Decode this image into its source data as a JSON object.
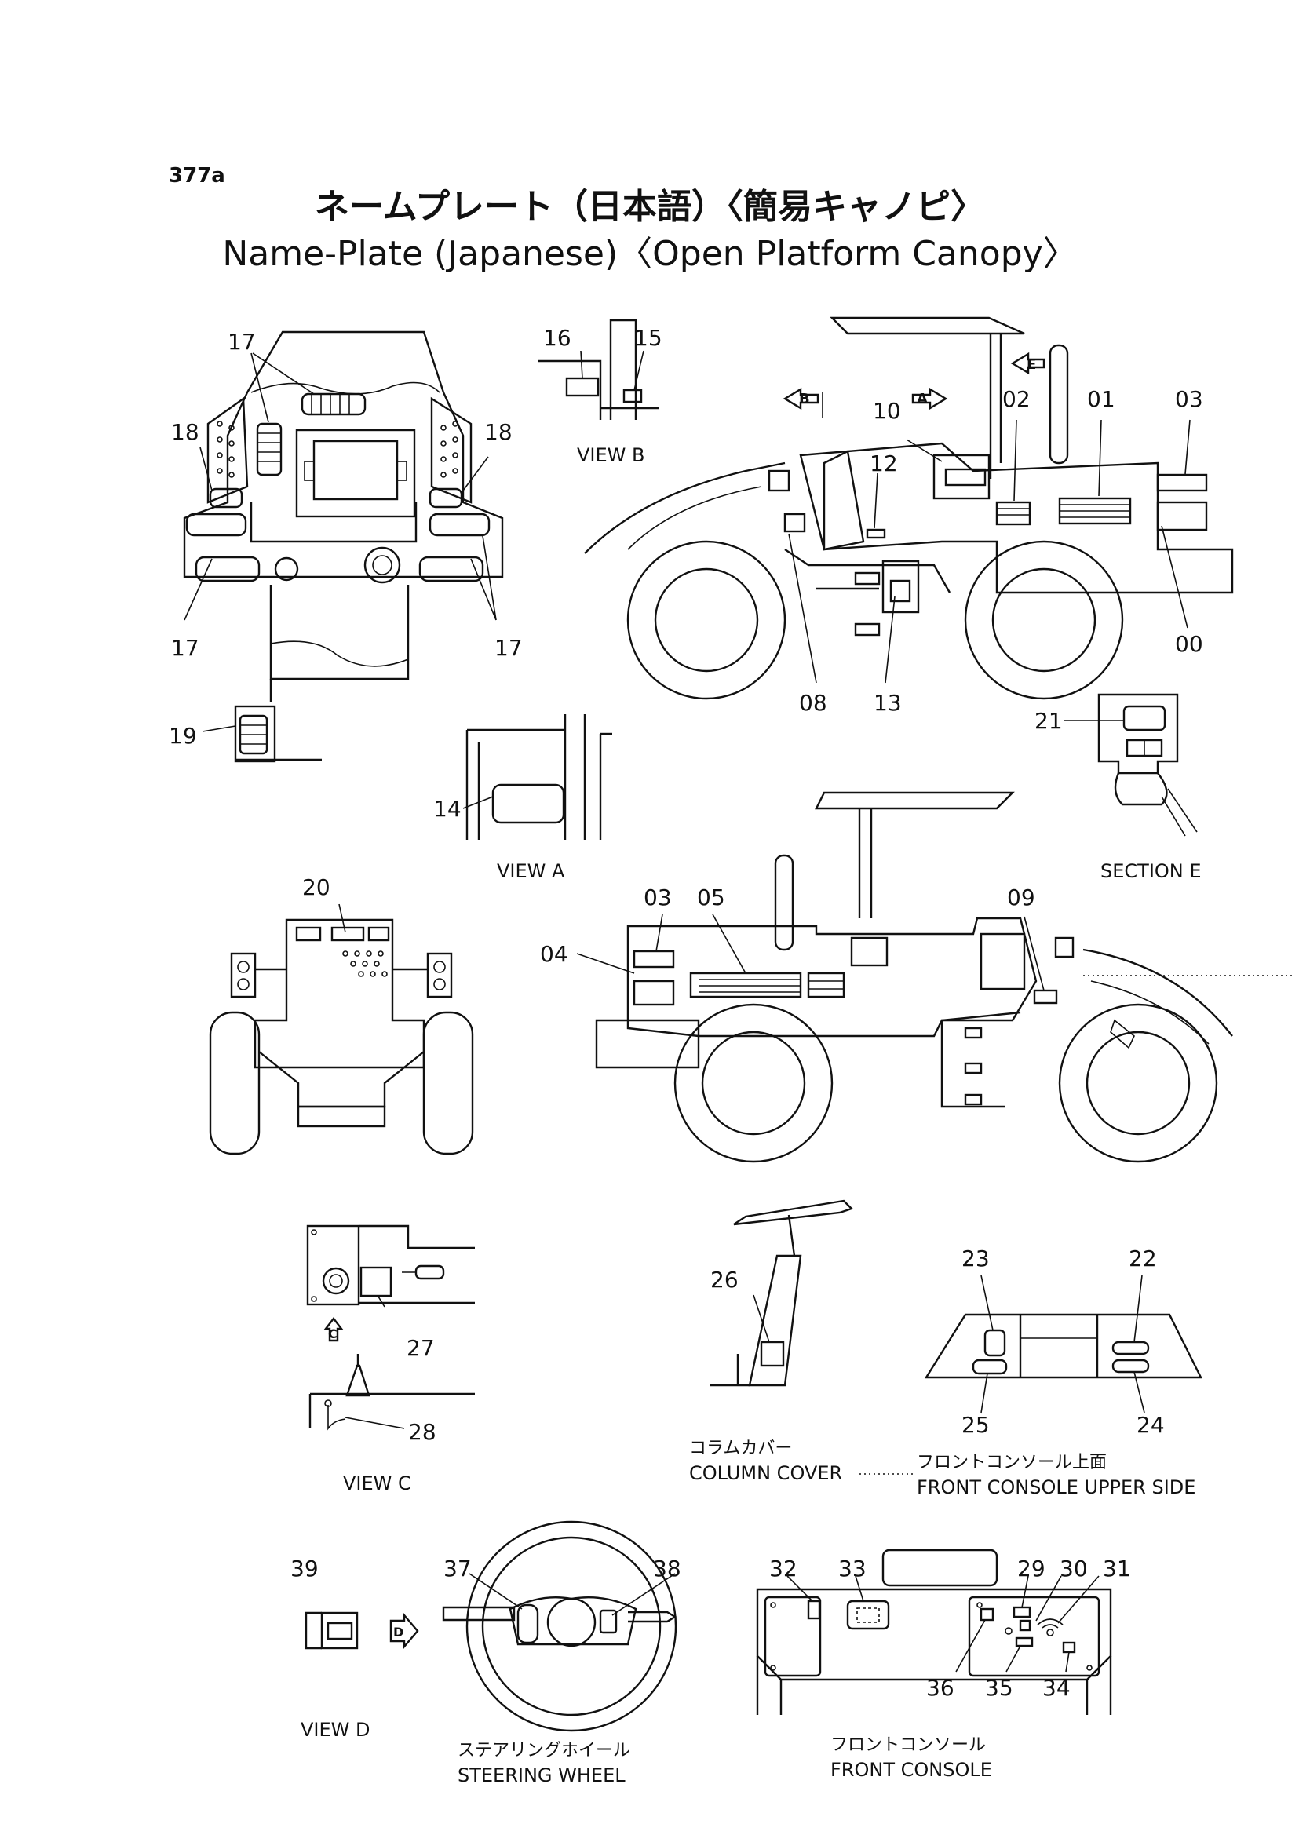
{
  "page": {
    "code": "377a",
    "title_ja": "ネームプレート（日本語）〈簡易キャノピ〉",
    "title_en": "Name-Plate (Japanese)〈Open Platform Canopy〉"
  },
  "views": {
    "view_b": "VIEW  B",
    "view_a": "VIEW  A",
    "section_e": "SECTION  E",
    "view_c": "VIEW  C",
    "view_d": "VIEW  D",
    "column_cover_ja": "コラムカバー",
    "column_cover_en": "COLUMN  COVER",
    "front_console_upper_ja": "フロントコンソール上面",
    "front_console_upper_en": "FRONT  CONSOLE  UPPER  SIDE",
    "steering_wheel_ja": "ステアリングホイール",
    "steering_wheel_en": "STEERING  WHEEL",
    "front_console_ja": "フロントコンソール",
    "front_console_en": "FRONT  CONSOLE"
  },
  "arrows": {
    "a": "A",
    "b": "B",
    "c": "C",
    "d": "D",
    "e": "E"
  },
  "callouts": {
    "n00": "00",
    "n01": "01",
    "n02": "02",
    "n03": "03",
    "n04": "04",
    "n05": "05",
    "n08": "08",
    "n09": "09",
    "n10": "10",
    "n12": "12",
    "n13": "13",
    "n14": "14",
    "n15": "15",
    "n16": "16",
    "n17": "17",
    "n18": "18",
    "n19": "19",
    "n20": "20",
    "n21": "21",
    "n22": "22",
    "n23": "23",
    "n24": "24",
    "n25": "25",
    "n26": "26",
    "n27": "27",
    "n28": "28",
    "n29": "29",
    "n30": "30",
    "n31": "31",
    "n32": "32",
    "n33": "33",
    "n34": "34",
    "n35": "35",
    "n36": "36",
    "n37": "37",
    "n38": "38",
    "n39": "39"
  },
  "icons": [
    "view-arrow-icon",
    "grille-icon"
  ]
}
